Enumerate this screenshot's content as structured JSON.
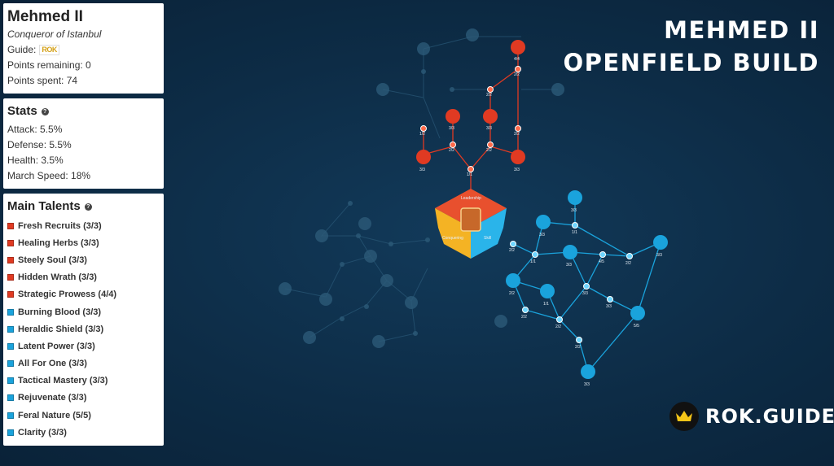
{
  "hero": {
    "name": "Mehmed II",
    "subtitle": "Conqueror of Istanbul",
    "guide_label": "Guide:",
    "guide_logo": "ROK",
    "points_remaining": "Points remaining: 0",
    "points_spent": "Points spent: 74"
  },
  "stats": {
    "title": "Stats",
    "items": [
      "Attack: 5.5%",
      "Defense: 5.5%",
      "Health: 3.5%",
      "March Speed: 18%"
    ]
  },
  "talents": {
    "title": "Main Talents",
    "items": [
      {
        "label": "Fresh Recruits (3/3)",
        "color": "#e03a22"
      },
      {
        "label": "Healing Herbs (3/3)",
        "color": "#e03a22"
      },
      {
        "label": "Steely Soul (3/3)",
        "color": "#e03a22"
      },
      {
        "label": "Hidden Wrath (3/3)",
        "color": "#e03a22"
      },
      {
        "label": "Strategic Prowess (4/4)",
        "color": "#e03a22"
      },
      {
        "label": "Burning Blood (3/3)",
        "color": "#1aa3dc"
      },
      {
        "label": "Heraldic Shield (3/3)",
        "color": "#1aa3dc"
      },
      {
        "label": "Latent Power (3/3)",
        "color": "#1aa3dc"
      },
      {
        "label": "All For One (3/3)",
        "color": "#1aa3dc"
      },
      {
        "label": "Tactical Mastery (3/3)",
        "color": "#1aa3dc"
      },
      {
        "label": "Rejuvenate (3/3)",
        "color": "#1aa3dc"
      },
      {
        "label": "Feral Nature (5/5)",
        "color": "#1aa3dc"
      },
      {
        "label": "Clarity (3/3)",
        "color": "#1aa3dc"
      }
    ]
  },
  "headline": {
    "line1": "MEHMED II",
    "line2": "OPENFIELD BUILD"
  },
  "brand": {
    "text": "ROK.GUIDE"
  },
  "tree": {
    "center": {
      "top": "Leadership",
      "left": "Conquering",
      "right": "Skill"
    },
    "labels": {
      "red": [
        "4/4",
        "2/2",
        "2/2",
        "3/3",
        "3/3",
        "1/2",
        "2/2",
        "2/2",
        "2/2",
        "3/3",
        "3/3",
        "1/1"
      ],
      "blue": [
        "3/3",
        "3/3",
        "1/1",
        "3/3",
        "2/2",
        "3/3",
        "1/1",
        "4/5",
        "2/2",
        "2/2",
        "3/3",
        "1/1",
        "3/3",
        "2/2",
        "2/2",
        "5/5",
        "2/2",
        "3/3"
      ]
    }
  },
  "colors": {
    "red": "#e03a22",
    "blue": "#1aa3dc",
    "background": "#0e2f4a"
  }
}
